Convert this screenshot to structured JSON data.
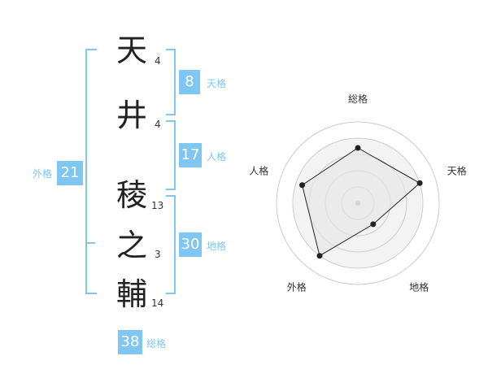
{
  "name": {
    "chars": [
      {
        "char": "天",
        "strokes": "4"
      },
      {
        "char": "井",
        "strokes": "4"
      },
      {
        "char": "稜",
        "strokes": "13"
      },
      {
        "char": "之",
        "strokes": "3"
      },
      {
        "char": "輔",
        "strokes": "14"
      }
    ]
  },
  "fortunes": {
    "tenkaku": {
      "label": "天格",
      "value": "8"
    },
    "jinkaku": {
      "label": "人格",
      "value": "17"
    },
    "chikaku": {
      "label": "地格",
      "value": "30"
    },
    "gaikaku": {
      "label": "外格",
      "value": "21"
    },
    "soukaku": {
      "label": "総格",
      "value": "38"
    }
  },
  "chart_data": {
    "type": "radar",
    "axes": [
      "総格",
      "天格",
      "地格",
      "外格",
      "人格"
    ],
    "values": [
      3.4,
      4.0,
      1.6,
      4.0,
      3.6
    ],
    "range": [
      0,
      5
    ],
    "rings": 4,
    "colors": {
      "accent": "#7fc7f2",
      "fill": "#eeeeee",
      "line": "#222222",
      "grid": "#cccccc"
    }
  }
}
